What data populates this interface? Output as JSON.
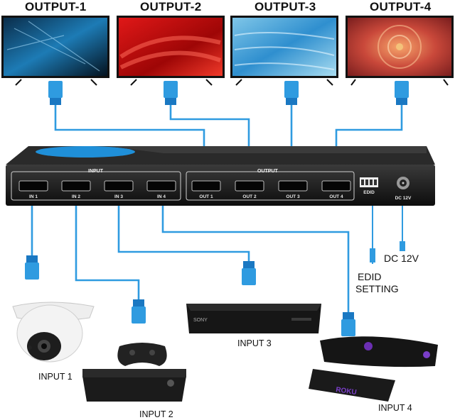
{
  "outputs": [
    {
      "label": "OUTPUT-1",
      "screen": "dark-blue-splash"
    },
    {
      "label": "OUTPUT-2",
      "screen": "red-waves"
    },
    {
      "label": "OUTPUT-3",
      "screen": "blue-ice"
    },
    {
      "label": "OUTPUT-4",
      "screen": "red-flower"
    }
  ],
  "switch": {
    "input_group": "INPUT",
    "output_group": "OUTPUT",
    "in_ports": [
      "IN 1",
      "IN 2",
      "IN 3",
      "IN 4"
    ],
    "out_ports": [
      "OUT 1",
      "OUT 2",
      "OUT 3",
      "OUT 4"
    ],
    "edid": "EDID",
    "dc": "DC 12V"
  },
  "side": {
    "dc_label": "DC 12V",
    "edid_line1": "EDID",
    "edid_line2": "SETTING"
  },
  "inputs": [
    {
      "label": "INPUT 1",
      "device": "security-camera"
    },
    {
      "label": "INPUT 2",
      "device": "xbox-console"
    },
    {
      "label": "INPUT 3",
      "device": "sony-bluray-player",
      "brand": "SONY"
    },
    {
      "label": "INPUT 4",
      "device": "roku-stick",
      "brand": "ROKU"
    }
  ],
  "colors": {
    "cable": "#2f9be0",
    "cable_dark": "#1a78c2",
    "switch_body": "#1a1a1a",
    "accent_blue": "#1f8fd8"
  }
}
